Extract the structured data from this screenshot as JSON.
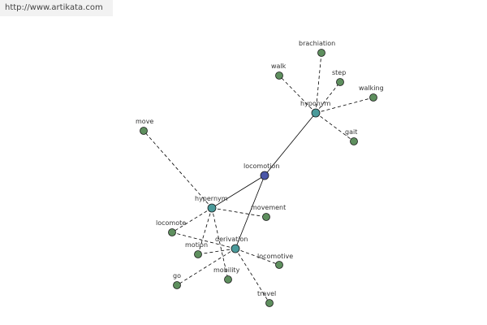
{
  "header": {
    "url": "http://www.artikata.com"
  },
  "colors": {
    "edge": "#000000",
    "leaf_node": "#5e8f5e",
    "relation_node": "#4a9a9a",
    "center_node": "#4b57a8",
    "node_stroke": "#1a1a1a",
    "banner_bg": "#f2f2f2"
  },
  "graph": {
    "center": {
      "id": "locomotion",
      "label": "locomotion"
    },
    "relations": [
      {
        "id": "hyponym",
        "label": "hyponym",
        "children": [
          {
            "id": "brachiation",
            "label": "brachiation"
          },
          {
            "id": "walk",
            "label": "walk"
          },
          {
            "id": "step",
            "label": "step"
          },
          {
            "id": "walking",
            "label": "walking"
          },
          {
            "id": "gait",
            "label": "gait"
          }
        ]
      },
      {
        "id": "hypernym",
        "label": "hypernym",
        "children": [
          {
            "id": "move",
            "label": "move"
          },
          {
            "id": "movement",
            "label": "movement"
          },
          {
            "id": "locomote",
            "label": "locomote"
          },
          {
            "id": "motion",
            "label": "motion"
          },
          {
            "id": "mobility",
            "label": "mobility"
          }
        ]
      },
      {
        "id": "derivation",
        "label": "derivation",
        "children": [
          {
            "id": "locomotive",
            "label": "locomotive"
          },
          {
            "id": "go",
            "label": "go"
          },
          {
            "id": "travel",
            "label": "travel"
          },
          {
            "id": "motion2",
            "label": "motion"
          },
          {
            "id": "locomote2",
            "label": "locomote"
          }
        ]
      }
    ]
  }
}
